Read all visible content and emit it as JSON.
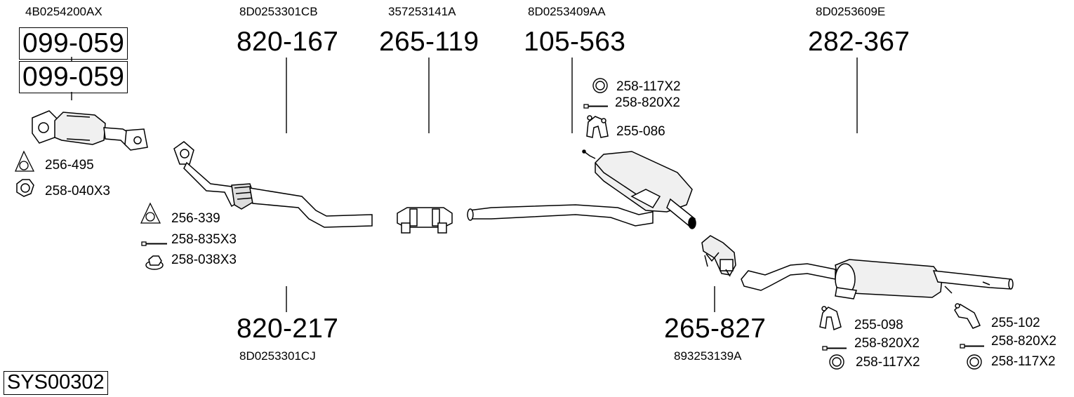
{
  "diagram": {
    "system_code": "SYS00302",
    "parts": [
      {
        "oem": "4B0254200AX",
        "numbers": [
          "099-059",
          "099-059"
        ]
      },
      {
        "oem": "8D0253301CB",
        "number": "820-167"
      },
      {
        "oem": "357253141A",
        "number": "265-119"
      },
      {
        "oem": "8D0253409AA",
        "number": "105-563"
      },
      {
        "oem": "8D0253609E",
        "number": "282-367"
      },
      {
        "oem": "8D0253301CJ",
        "number": "820-217"
      },
      {
        "oem": "893253139A",
        "number": "265-827"
      }
    ],
    "accessories": {
      "catalyst": [
        "256-495",
        "258-040X3"
      ],
      "front_pipe": [
        "256-339",
        "258-835X3",
        "258-038X3"
      ],
      "middle_silencer": [
        "258-117X2",
        "258-820X2",
        "255-086"
      ],
      "rear_left": [
        "255-098",
        "258-820X2",
        "258-117X2"
      ],
      "rear_right": [
        "255-102",
        "258-820X2",
        "258-117X2"
      ]
    }
  }
}
